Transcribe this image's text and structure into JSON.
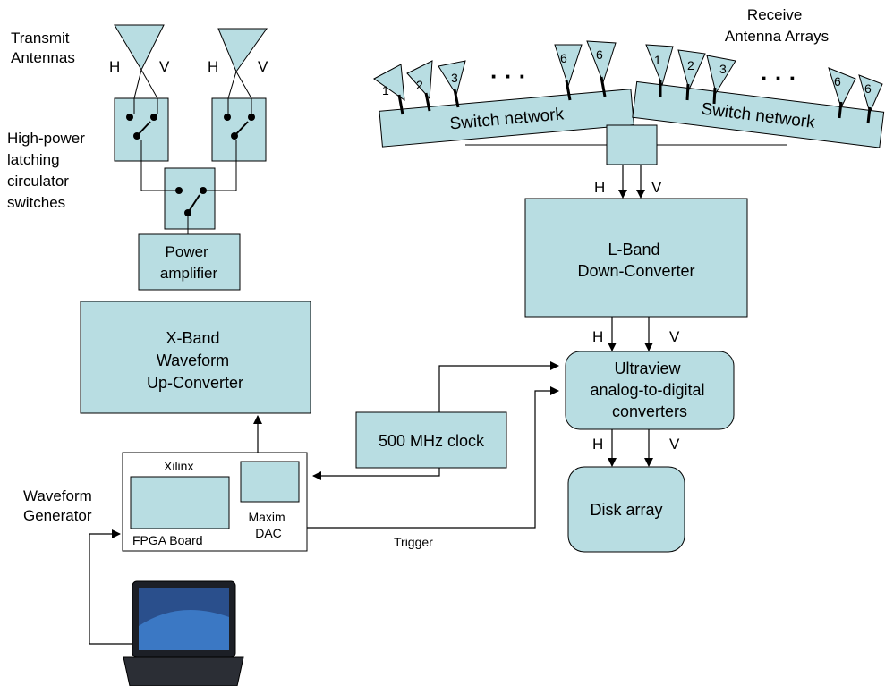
{
  "labels": {
    "transmit_antennas": [
      "Transmit",
      "Antennas"
    ],
    "receive_antenna_arrays": [
      "Receive",
      "Antenna Arrays"
    ],
    "high_power_switches": [
      "High-power",
      "latching",
      "circulator",
      "switches"
    ],
    "waveform_generator": [
      "Waveform",
      "Generator"
    ],
    "trigger": "Trigger",
    "ellipsis": "· · ·"
  },
  "polarizations": {
    "h": "H",
    "v": "V"
  },
  "blocks": {
    "power_amplifier": [
      "Power",
      "amplifier"
    ],
    "x_band_upconverter": [
      "X-Band",
      "Waveform",
      "Up-Converter"
    ],
    "clock": "500 MHz clock",
    "l_band_downconverter": [
      "L-Band",
      "Down-Converter"
    ],
    "adc": [
      "Ultraview",
      "analog-to-digital",
      "converters"
    ],
    "disk_array": "Disk array",
    "xilinx": "Xilinx",
    "fpga_board": "FPGA Board",
    "maxim_dac": [
      "Maxim",
      "DAC"
    ],
    "switch_network_left": "Switch network",
    "switch_network_right": "Switch network"
  },
  "antenna_numbers": {
    "left_group_a": [
      "1",
      "2",
      "3"
    ],
    "left_group_b": [
      "6",
      "6"
    ],
    "right_group_a": [
      "1",
      "2",
      "3"
    ],
    "right_group_b": [
      "6",
      "6"
    ]
  },
  "colors": {
    "block_fill": "#b8dde2",
    "stroke": "#000000"
  }
}
